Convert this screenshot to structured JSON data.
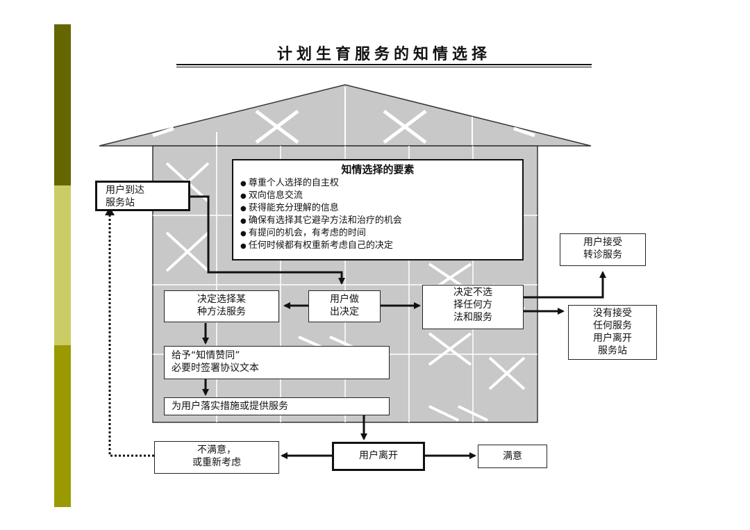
{
  "title": "计划生育服务的知情选择",
  "elements_box": {
    "heading": "知情选择的要素",
    "items": [
      "尊重个人选择的自主权",
      "双向信息交流",
      "获得能充分理解的信息",
      "确保有选择其它避孕方法和治疗的机会",
      "有提问的机会，有考虑的时间",
      "任何时候都有权重新考虑自己的决定"
    ]
  },
  "nodes": {
    "arrive": "用户到达\n服务站",
    "decide": "用户做\n出决定",
    "choose_method": "决定选择某\n种方法服务",
    "choose_none": "决定不选\n择任何方\n法和服务",
    "referral": "用户接受\n转诊服务",
    "leave_no_service": "没有接受\n任何服务\n用户离开\n服务站",
    "consent": "给予“知情赞同”\n必要时签署协议文本",
    "implement": "为用户落实措施或提供服务",
    "leave": "用户离开",
    "unsatisfied": "不满意，\n或重新考虑",
    "satisfied": "满意"
  }
}
